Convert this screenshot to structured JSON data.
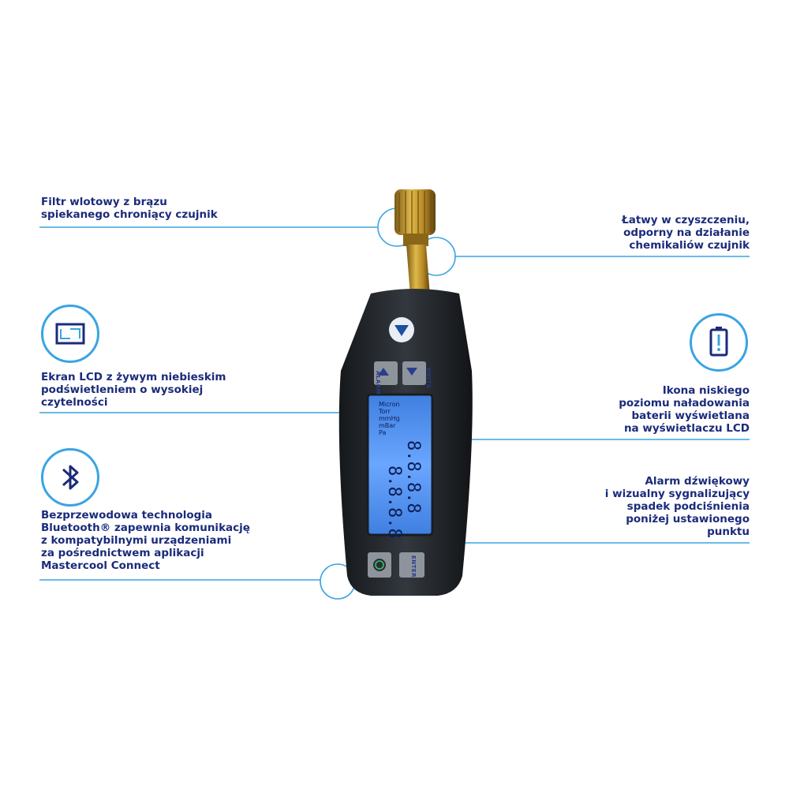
{
  "callouts": {
    "filter": "Filtr wlotowy z brązu\nspiekanego chroniący czujnik",
    "clean": "Łatwy w czyszczeniu,\nodporny na działanie\nchemikaliów czujnik",
    "lcd": "Ekran LCD z żywym niebieskim\npodświetleniem o wysokiej\nczytelności",
    "battery": "Ikona niskiego\npoziomu naładowania\nbaterii wyświetlana\nna wyświetlaczu LCD",
    "bluetooth": "Bezprzewodowa technologia\nBluetooth® zapewnia komunikację\nz kompatybilnymi urządzeniami\nza pośrednictwem aplikacji\nMastercool Connect",
    "alarm": "Alarm dźwiękowy\ni wizualny sygnalizujący\nspadek  podciśnienia\nponiżej ustawionego\npunktu"
  },
  "device": {
    "button_alarm": "ALARM",
    "button_units": "UNITS",
    "button_enter": "ENTER",
    "lcd_digits_top": "8.8.8.8",
    "lcd_digits_bottom": "8.8.8.8",
    "lcd_units": [
      "Micron",
      "Torr",
      "mmHg",
      "mBar",
      "Pa"
    ]
  },
  "colors": {
    "text": "#1b2b7a",
    "accent": "#3aa4e4",
    "lcd": "#4f8fe8",
    "body": "#23272c"
  },
  "icons": [
    "lcd-screen-icon",
    "low-battery-icon",
    "bluetooth-icon"
  ]
}
